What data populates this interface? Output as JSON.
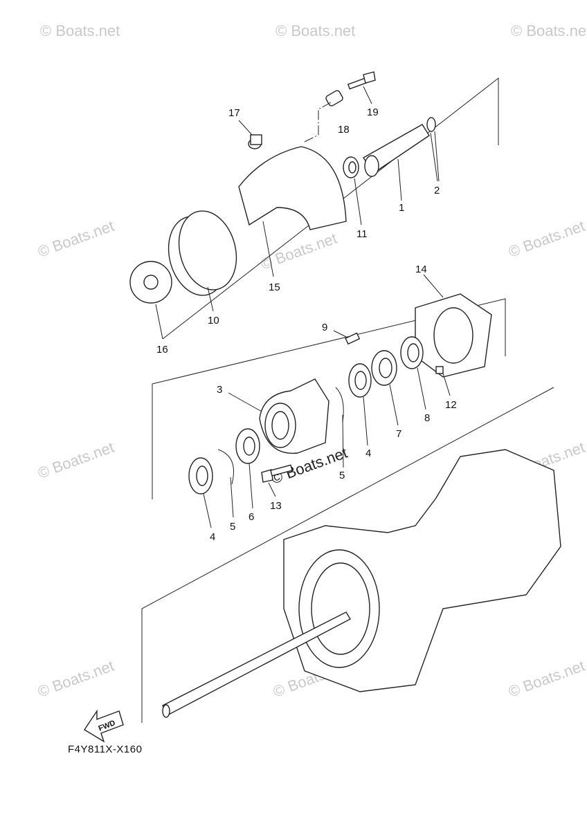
{
  "diagram": {
    "code": "F4Y811X-X160",
    "fwd_label": "FWD",
    "watermark": "© Boats.net",
    "callouts": [
      {
        "id": "17",
        "label": "17"
      },
      {
        "id": "18",
        "label": "18"
      },
      {
        "id": "19",
        "label": "19"
      },
      {
        "id": "2",
        "label": "2"
      },
      {
        "id": "1",
        "label": "1"
      },
      {
        "id": "11",
        "label": "11"
      },
      {
        "id": "15",
        "label": "15"
      },
      {
        "id": "10",
        "label": "10"
      },
      {
        "id": "16",
        "label": "16"
      },
      {
        "id": "14",
        "label": "14"
      },
      {
        "id": "9",
        "label": "9"
      },
      {
        "id": "3",
        "label": "3"
      },
      {
        "id": "12",
        "label": "12"
      },
      {
        "id": "8",
        "label": "8"
      },
      {
        "id": "7",
        "label": "7"
      },
      {
        "id": "4a",
        "label": "4"
      },
      {
        "id": "5a",
        "label": "5"
      },
      {
        "id": "4b",
        "label": "4"
      },
      {
        "id": "5b",
        "label": "5"
      },
      {
        "id": "6",
        "label": "6"
      },
      {
        "id": "13",
        "label": "13"
      }
    ]
  }
}
